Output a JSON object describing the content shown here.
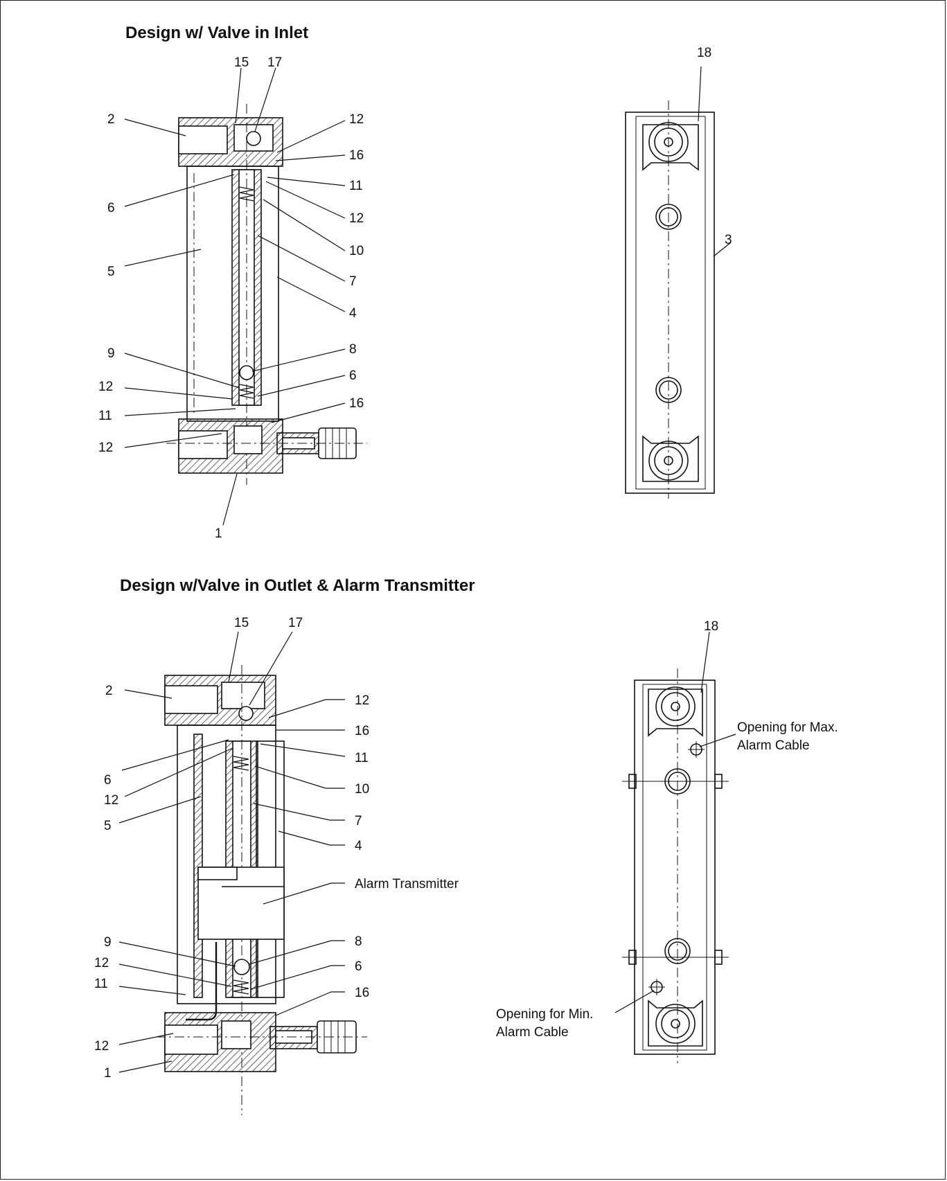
{
  "section1": {
    "title": "Design w/ Valve in Inlet",
    "callouts": [
      "15",
      "17",
      "2",
      "12",
      "16",
      "6",
      "11",
      "12",
      "10",
      "5",
      "7",
      "4",
      "9",
      "8",
      "6",
      "12",
      "16",
      "11",
      "12",
      "1"
    ],
    "side_callouts": [
      "18",
      "3"
    ]
  },
  "section2": {
    "title": "Design w/Valve in Outlet & Alarm Transmitter",
    "callouts": [
      "15",
      "17",
      "2",
      "12",
      "16",
      "11",
      "6",
      "12",
      "10",
      "5",
      "7",
      "4",
      "Alarm Transmitter",
      "9",
      "8",
      "12",
      "6",
      "11",
      "16",
      "12",
      "1"
    ],
    "side_callouts": [
      "18"
    ],
    "max_opening": {
      "line1": "Opening for Max.",
      "line2": "Alarm Cable"
    },
    "min_opening": {
      "line1": "Opening for Min.",
      "line2": "Alarm Cable"
    }
  }
}
